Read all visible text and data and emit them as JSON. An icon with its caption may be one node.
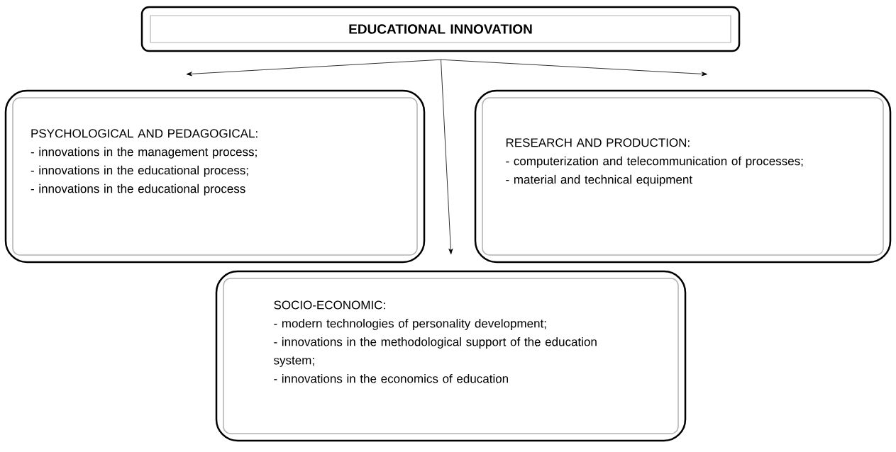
{
  "diagram": {
    "nodes": [
      {
        "text": [
          "EDUCATIONAL INNOVATION"
        ]
      },
      {
        "text": [
          "PSYCHOLOGICAL AND PEDAGOGICAL:",
          "- innovations in the management process;",
          "- innovations in the educational process;",
          "- innovations in the educational process"
        ]
      },
      {
        "text": [
          "RESEARCH AND PRODUCTION:",
          "- computerization and telecommunication of processes;",
          "- material and technical equipment"
        ]
      },
      {
        "text": [
          "SOCIO-ECONOMIC:",
          "- modern technologies of personality development;",
          "- innovations in the methodological support of the education system;",
          "- innovations in the economics of education"
        ]
      }
    ],
    "edges": [
      {
        "from": 0,
        "to": 1,
        "arrow": "to"
      },
      {
        "from": 0,
        "to": 2,
        "arrow": "to"
      },
      {
        "from": 0,
        "to": 3,
        "arrow": "to"
      }
    ]
  }
}
